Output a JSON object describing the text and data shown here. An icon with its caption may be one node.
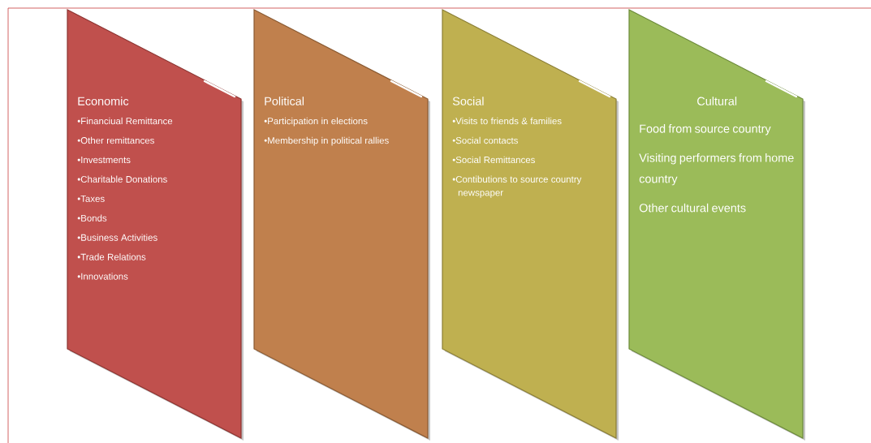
{
  "diagram": {
    "nodes": [
      {
        "text": [
          "Economic",
          "•Financiual Remittance",
          "•Other remittances",
          "•Investments",
          "•Charitable Donations",
          "•Taxes",
          "•Bonds",
          "•Business Activities",
          "•Trade Relations",
          "•Innovations"
        ]
      },
      {
        "text": [
          "Political",
          "•Participation in elections",
          "•Membership in political rallies"
        ]
      },
      {
        "text": [
          "Social",
          "•Visits to friends & families",
          "•Social contacts",
          "•Social Remittances",
          "•Contibutions to source country newspaper"
        ]
      },
      {
        "text": [
          "Cultural",
          "Food from source country",
          "Visiting performers from home country",
          "Other cultural events"
        ]
      }
    ]
  }
}
